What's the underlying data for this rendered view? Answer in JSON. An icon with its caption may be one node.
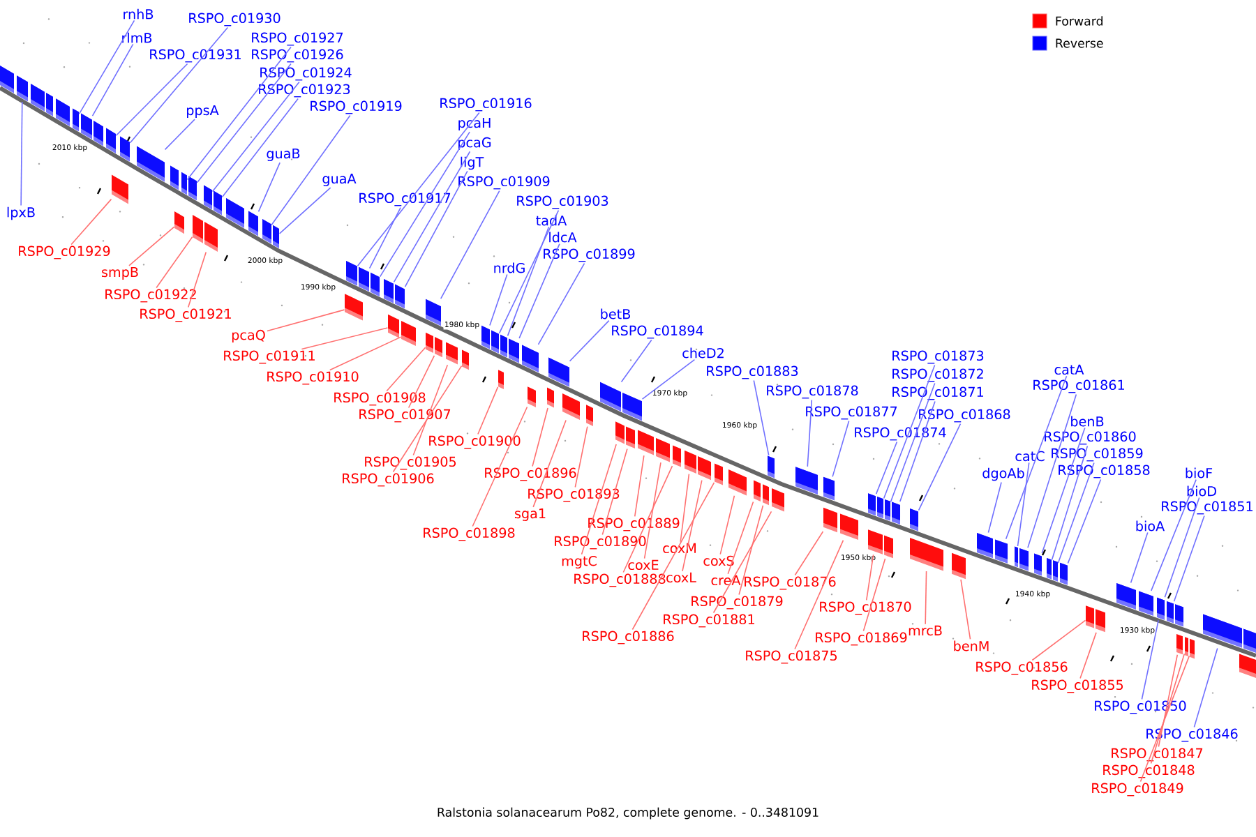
{
  "diagram": {
    "caption": "Ralstonia solanacearum Po82, complete genome. - 0..3481091",
    "nodes": [
      {
        "text": [
          "rnhB"
        ]
      },
      {
        "text": [
          "rlmB"
        ]
      },
      {
        "text": [
          "RSPO_c01930"
        ]
      },
      {
        "text": [
          "RSPO_c01931"
        ]
      },
      {
        "text": [
          "RSPO_c01927"
        ]
      },
      {
        "text": [
          "RSPO_c01926"
        ]
      },
      {
        "text": [
          "RSPO_c01924"
        ]
      },
      {
        "text": [
          "RSPO_c01923"
        ]
      },
      {
        "text": [
          "ppsA"
        ]
      },
      {
        "text": [
          "RSPO_c01919"
        ]
      },
      {
        "text": [
          "guaB"
        ]
      },
      {
        "text": [
          "guaA"
        ]
      },
      {
        "text": [
          "lpxB"
        ]
      },
      {
        "text": [
          "RSPO_c01916"
        ]
      },
      {
        "text": [
          "pcaH"
        ]
      },
      {
        "text": [
          "pcaG"
        ]
      },
      {
        "text": [
          "ligT"
        ]
      },
      {
        "text": [
          "RSPO_c01909"
        ]
      },
      {
        "text": [
          "RSPO_c01917"
        ]
      },
      {
        "text": [
          "RSPO_c01903"
        ]
      },
      {
        "text": [
          "tadA"
        ]
      },
      {
        "text": [
          "ldcA"
        ]
      },
      {
        "text": [
          "RSPO_c01899"
        ]
      },
      {
        "text": [
          "nrdG"
        ]
      },
      {
        "text": [
          "betB"
        ]
      },
      {
        "text": [
          "RSPO_c01894"
        ]
      },
      {
        "text": [
          "cheD2"
        ]
      },
      {
        "text": [
          "RSPO_c01883"
        ]
      },
      {
        "text": [
          "RSPO_c01878"
        ]
      },
      {
        "text": [
          "RSPO_c01877"
        ]
      },
      {
        "text": [
          "RSPO_c01873"
        ]
      },
      {
        "text": [
          "RSPO_c01872"
        ]
      },
      {
        "text": [
          "RSPO_c01871"
        ]
      },
      {
        "text": [
          "RSPO_c01874"
        ]
      },
      {
        "text": [
          "RSPO_c01868"
        ]
      },
      {
        "text": [
          "catA"
        ]
      },
      {
        "text": [
          "RSPO_c01861"
        ]
      },
      {
        "text": [
          "benB"
        ]
      },
      {
        "text": [
          "RSPO_c01860"
        ]
      },
      {
        "text": [
          "RSPO_c01859"
        ]
      },
      {
        "text": [
          "RSPO_c01858"
        ]
      },
      {
        "text": [
          "catC"
        ]
      },
      {
        "text": [
          "dgoAb"
        ]
      },
      {
        "text": [
          "bioF"
        ]
      },
      {
        "text": [
          "bioD"
        ]
      },
      {
        "text": [
          "RSPO_c01851"
        ]
      },
      {
        "text": [
          "bioA"
        ]
      },
      {
        "text": [
          "RSPO_c01929"
        ]
      },
      {
        "text": [
          "smpB"
        ]
      },
      {
        "text": [
          "RSPO_c01922"
        ]
      },
      {
        "text": [
          "RSPO_c01921"
        ]
      },
      {
        "text": [
          "pcaQ"
        ]
      },
      {
        "text": [
          "RSPO_c01911"
        ]
      },
      {
        "text": [
          "RSPO_c01910"
        ]
      },
      {
        "text": [
          "RSPO_c01908"
        ]
      },
      {
        "text": [
          "RSPO_c01907"
        ]
      },
      {
        "text": [
          "RSPO_c01900"
        ]
      },
      {
        "text": [
          "RSPO_c01905"
        ]
      },
      {
        "text": [
          "RSPO_c01906"
        ]
      },
      {
        "text": [
          "RSPO_c01896"
        ]
      },
      {
        "text": [
          "RSPO_c01893"
        ]
      },
      {
        "text": [
          "sga1"
        ]
      },
      {
        "text": [
          "RSPO_c01889"
        ]
      },
      {
        "text": [
          "RSPO_c01898"
        ]
      },
      {
        "text": [
          "RSPO_c01890"
        ]
      },
      {
        "text": [
          "coxM"
        ]
      },
      {
        "text": [
          "mgtC"
        ]
      },
      {
        "text": [
          "coxS"
        ]
      },
      {
        "text": [
          "coxE"
        ]
      },
      {
        "text": [
          "coxL"
        ]
      },
      {
        "text": [
          "creA"
        ]
      },
      {
        "text": [
          "RSPO_c01888"
        ]
      },
      {
        "text": [
          "RSPO_c01876"
        ]
      },
      {
        "text": [
          "RSPO_c01879"
        ]
      },
      {
        "text": [
          "RSPO_c01870"
        ]
      },
      {
        "text": [
          "RSPO_c01881"
        ]
      },
      {
        "text": [
          "mrcB"
        ]
      },
      {
        "text": [
          "RSPO_c01886"
        ]
      },
      {
        "text": [
          "RSPO_c01869"
        ]
      },
      {
        "text": [
          "benM"
        ]
      },
      {
        "text": [
          "RSPO_c01875"
        ]
      },
      {
        "text": [
          "RSPO_c01856"
        ]
      },
      {
        "text": [
          "RSPO_c01855"
        ]
      },
      {
        "text": [
          "RSPO_c01850"
        ]
      },
      {
        "text": [
          "RSPO_c01846"
        ]
      },
      {
        "text": [
          "RSPO_c01847"
        ]
      },
      {
        "text": [
          "RSPO_c01848"
        ]
      },
      {
        "text": [
          "RSPO_c01849"
        ]
      },
      {
        "text": [],
        "shape": "box"
      },
      {
        "text": [],
        "shape": "box"
      },
      {
        "text": [],
        "shape": "box"
      },
      {
        "text": [],
        "shape": "box"
      },
      {
        "text": [],
        "shape": "box"
      },
      {
        "text": [],
        "shape": "box"
      },
      {
        "text": [],
        "shape": "box"
      },
      {
        "text": [],
        "shape": "box"
      },
      {
        "text": [],
        "shape": "box"
      },
      {
        "text": [],
        "shape": "box"
      },
      {
        "text": [],
        "shape": "box"
      },
      {
        "text": [],
        "shape": "box"
      },
      {
        "text": [],
        "shape": "box"
      },
      {
        "text": [],
        "shape": "box"
      },
      {
        "text": [],
        "shape": "box"
      },
      {
        "text": [],
        "shape": "box"
      },
      {
        "text": [],
        "shape": "box"
      },
      {
        "text": [],
        "shape": "box"
      },
      {
        "text": [],
        "shape": "box"
      },
      {
        "text": [],
        "shape": "box"
      },
      {
        "text": [],
        "shape": "box"
      },
      {
        "text": [],
        "shape": "box"
      },
      {
        "text": [],
        "shape": "box"
      },
      {
        "text": [],
        "shape": "box"
      },
      {
        "text": [],
        "shape": "box"
      },
      {
        "text": [],
        "shape": "box"
      },
      {
        "text": [],
        "shape": "box"
      },
      {
        "text": [],
        "shape": "box"
      },
      {
        "text": [],
        "shape": "box"
      },
      {
        "text": [],
        "shape": "box"
      },
      {
        "text": [],
        "shape": "box"
      },
      {
        "text": [],
        "shape": "box"
      },
      {
        "text": [],
        "shape": "box"
      },
      {
        "text": [],
        "shape": "box"
      },
      {
        "text": [],
        "shape": "box"
      },
      {
        "text": [],
        "shape": "box"
      },
      {
        "text": [],
        "shape": "box"
      },
      {
        "text": [],
        "shape": "box"
      },
      {
        "text": [],
        "shape": "box"
      },
      {
        "text": [],
        "shape": "box"
      },
      {
        "text": [],
        "shape": "box"
      },
      {
        "text": [],
        "shape": "box"
      },
      {
        "text": [],
        "shape": "box"
      },
      {
        "text": [],
        "shape": "box"
      },
      {
        "text": [],
        "shape": "box"
      },
      {
        "text": [],
        "shape": "box"
      },
      {
        "text": [],
        "shape": "box"
      },
      {
        "text": [],
        "shape": "box"
      },
      {
        "text": [],
        "shape": "box"
      },
      {
        "text": [],
        "shape": "box"
      },
      {
        "text": [],
        "shape": "box"
      },
      {
        "text": [],
        "shape": "box"
      },
      {
        "text": [],
        "shape": "box"
      },
      {
        "text": [],
        "shape": "box"
      },
      {
        "text": [],
        "shape": "box"
      },
      {
        "text": [],
        "shape": "box"
      },
      {
        "text": [],
        "shape": "box"
      },
      {
        "text": [],
        "shape": "box"
      },
      {
        "text": [],
        "shape": "box"
      },
      {
        "text": [],
        "shape": "box"
      },
      {
        "text": [],
        "shape": "box"
      },
      {
        "text": [],
        "shape": "box"
      },
      {
        "text": [],
        "shape": "box"
      },
      {
        "text": [],
        "shape": "box"
      },
      {
        "text": [],
        "shape": "box"
      },
      {
        "text": [],
        "shape": "box"
      },
      {
        "text": [],
        "shape": "box"
      },
      {
        "text": [],
        "shape": "box"
      },
      {
        "text": [],
        "shape": "box"
      },
      {
        "text": [],
        "shape": "box"
      },
      {
        "text": [],
        "shape": "box"
      },
      {
        "text": [],
        "shape": "box"
      },
      {
        "text": [],
        "shape": "box"
      },
      {
        "text": [],
        "shape": "box"
      },
      {
        "text": [],
        "shape": "box"
      },
      {
        "text": [],
        "shape": "box"
      },
      {
        "text": [],
        "shape": "box"
      },
      {
        "text": [],
        "shape": "box"
      },
      {
        "text": [],
        "shape": "box"
      },
      {
        "text": [],
        "shape": "box"
      },
      {
        "text": [],
        "shape": "box"
      },
      {
        "text": [],
        "shape": "box"
      },
      {
        "text": [],
        "shape": "box"
      },
      {
        "text": [],
        "shape": "box"
      },
      {
        "text": [],
        "shape": "box"
      },
      {
        "text": [],
        "shape": "box"
      },
      {
        "text": [],
        "shape": "box"
      },
      {
        "text": [],
        "shape": "box"
      },
      {
        "text": [],
        "shape": "box"
      },
      {
        "text": [],
        "shape": "box"
      },
      {
        "text": [],
        "shape": "box"
      },
      {
        "text": [],
        "shape": "box"
      },
      {
        "text": [],
        "shape": "box"
      },
      {
        "text": [],
        "shape": "box"
      },
      {
        "text": [],
        "shape": "box"
      },
      {
        "text": [],
        "shape": "box"
      },
      {
        "text": [],
        "shape": "box"
      },
      {
        "text": [],
        "shape": "box"
      }
    ],
    "edges": [
      {
        "from": 0,
        "to": 88,
        "arrow": "none",
        "color": "#7070ff"
      },
      {
        "from": 1,
        "to": 89,
        "arrow": "none",
        "color": "#7070ff"
      },
      {
        "from": 2,
        "to": 90,
        "arrow": "none",
        "color": "#7070ff"
      },
      {
        "from": 3,
        "to": 91,
        "arrow": "none",
        "color": "#7070ff"
      },
      {
        "from": 4,
        "to": 92,
        "arrow": "none",
        "color": "#7070ff"
      },
      {
        "from": 5,
        "to": 93,
        "arrow": "none",
        "color": "#7070ff"
      },
      {
        "from": 6,
        "to": 94,
        "arrow": "none",
        "color": "#7070ff"
      },
      {
        "from": 7,
        "to": 95,
        "arrow": "none",
        "color": "#7070ff"
      },
      {
        "from": 8,
        "to": 96,
        "arrow": "none",
        "color": "#7070ff"
      },
      {
        "from": 9,
        "to": 97,
        "arrow": "none",
        "color": "#7070ff"
      },
      {
        "from": 10,
        "to": 98,
        "arrow": "none",
        "color": "#7070ff"
      },
      {
        "from": 11,
        "to": 99,
        "arrow": "none",
        "color": "#7070ff"
      },
      {
        "from": 12,
        "to": 100,
        "arrow": "none",
        "color": "#7070ff"
      },
      {
        "from": 13,
        "to": 101,
        "arrow": "none",
        "color": "#7070ff"
      },
      {
        "from": 14,
        "to": 102,
        "arrow": "none",
        "color": "#7070ff"
      },
      {
        "from": 15,
        "to": 103,
        "arrow": "none",
        "color": "#7070ff"
      },
      {
        "from": 16,
        "to": 104,
        "arrow": "none",
        "color": "#7070ff"
      },
      {
        "from": 17,
        "to": 105,
        "arrow": "none",
        "color": "#7070ff"
      },
      {
        "from": 18,
        "to": 106,
        "arrow": "none",
        "color": "#7070ff"
      },
      {
        "from": 19,
        "to": 107,
        "arrow": "none",
        "color": "#7070ff"
      },
      {
        "from": 20,
        "to": 108,
        "arrow": "none",
        "color": "#7070ff"
      },
      {
        "from": 21,
        "to": 109,
        "arrow": "none",
        "color": "#7070ff"
      },
      {
        "from": 22,
        "to": 110,
        "arrow": "none",
        "color": "#7070ff"
      },
      {
        "from": 23,
        "to": 111,
        "arrow": "none",
        "color": "#7070ff"
      },
      {
        "from": 24,
        "to": 112,
        "arrow": "none",
        "color": "#7070ff"
      },
      {
        "from": 25,
        "to": 113,
        "arrow": "none",
        "color": "#7070ff"
      },
      {
        "from": 26,
        "to": 114,
        "arrow": "none",
        "color": "#7070ff"
      },
      {
        "from": 27,
        "to": 115,
        "arrow": "none",
        "color": "#7070ff"
      },
      {
        "from": 28,
        "to": 116,
        "arrow": "none",
        "color": "#7070ff"
      },
      {
        "from": 29,
        "to": 117,
        "arrow": "none",
        "color": "#7070ff"
      },
      {
        "from": 30,
        "to": 118,
        "arrow": "none",
        "color": "#7070ff"
      },
      {
        "from": 31,
        "to": 119,
        "arrow": "none",
        "color": "#7070ff"
      },
      {
        "from": 32,
        "to": 120,
        "arrow": "none",
        "color": "#7070ff"
      },
      {
        "from": 33,
        "to": 121,
        "arrow": "none",
        "color": "#7070ff"
      },
      {
        "from": 34,
        "to": 122,
        "arrow": "none",
        "color": "#7070ff"
      },
      {
        "from": 35,
        "to": 123,
        "arrow": "none",
        "color": "#7070ff"
      },
      {
        "from": 36,
        "to": 124,
        "arrow": "none",
        "color": "#7070ff"
      },
      {
        "from": 37,
        "to": 125,
        "arrow": "none",
        "color": "#7070ff"
      },
      {
        "from": 38,
        "to": 126,
        "arrow": "none",
        "color": "#7070ff"
      },
      {
        "from": 39,
        "to": 127,
        "arrow": "none",
        "color": "#7070ff"
      },
      {
        "from": 40,
        "to": 128,
        "arrow": "none",
        "color": "#7070ff"
      },
      {
        "from": 41,
        "to": 129,
        "arrow": "none",
        "color": "#7070ff"
      },
      {
        "from": 42,
        "to": 130,
        "arrow": "none",
        "color": "#7070ff"
      },
      {
        "from": 43,
        "to": 131,
        "arrow": "none",
        "color": "#7070ff"
      },
      {
        "from": 44,
        "to": 132,
        "arrow": "none",
        "color": "#7070ff"
      },
      {
        "from": 45,
        "to": 133,
        "arrow": "none",
        "color": "#7070ff"
      },
      {
        "from": 46,
        "to": 134,
        "arrow": "none",
        "color": "#7070ff"
      },
      {
        "from": 47,
        "to": 135,
        "arrow": "none",
        "color": "#ff7070"
      },
      {
        "from": 48,
        "to": 136,
        "arrow": "none",
        "color": "#ff7070"
      },
      {
        "from": 49,
        "to": 137,
        "arrow": "none",
        "color": "#ff7070"
      },
      {
        "from": 50,
        "to": 138,
        "arrow": "none",
        "color": "#ff7070"
      },
      {
        "from": 51,
        "to": 139,
        "arrow": "none",
        "color": "#ff7070"
      },
      {
        "from": 52,
        "to": 140,
        "arrow": "none",
        "color": "#ff7070"
      },
      {
        "from": 53,
        "to": 141,
        "arrow": "none",
        "color": "#ff7070"
      },
      {
        "from": 54,
        "to": 142,
        "arrow": "none",
        "color": "#ff7070"
      },
      {
        "from": 55,
        "to": 143,
        "arrow": "none",
        "color": "#ff7070"
      },
      {
        "from": 56,
        "to": 144,
        "arrow": "none",
        "color": "#ff7070"
      },
      {
        "from": 57,
        "to": 145,
        "arrow": "none",
        "color": "#ff7070"
      },
      {
        "from": 58,
        "to": 146,
        "arrow": "none",
        "color": "#ff7070"
      },
      {
        "from": 59,
        "to": 147,
        "arrow": "none",
        "color": "#ff7070"
      },
      {
        "from": 60,
        "to": 148,
        "arrow": "none",
        "color": "#ff7070"
      },
      {
        "from": 61,
        "to": 149,
        "arrow": "none",
        "color": "#ff7070"
      },
      {
        "from": 62,
        "to": 150,
        "arrow": "none",
        "color": "#ff7070"
      },
      {
        "from": 63,
        "to": 151,
        "arrow": "none",
        "color": "#ff7070"
      },
      {
        "from": 64,
        "to": 152,
        "arrow": "none",
        "color": "#ff7070"
      },
      {
        "from": 65,
        "to": 153,
        "arrow": "none",
        "color": "#ff7070"
      },
      {
        "from": 66,
        "to": 154,
        "arrow": "none",
        "color": "#ff7070"
      },
      {
        "from": 67,
        "to": 155,
        "arrow": "none",
        "color": "#ff7070"
      },
      {
        "from": 68,
        "to": 156,
        "arrow": "none",
        "color": "#ff7070"
      },
      {
        "from": 69,
        "to": 157,
        "arrow": "none",
        "color": "#ff7070"
      },
      {
        "from": 70,
        "to": 158,
        "arrow": "none",
        "color": "#ff7070"
      },
      {
        "from": 71,
        "to": 159,
        "arrow": "none",
        "color": "#ff7070"
      },
      {
        "from": 72,
        "to": 160,
        "arrow": "none",
        "color": "#ff7070"
      },
      {
        "from": 73,
        "to": 161,
        "arrow": "none",
        "color": "#ff7070"
      },
      {
        "from": 74,
        "to": 162,
        "arrow": "none",
        "color": "#ff7070"
      },
      {
        "from": 75,
        "to": 163,
        "arrow": "none",
        "color": "#ff7070"
      },
      {
        "from": 76,
        "to": 164,
        "arrow": "none",
        "color": "#ff7070"
      },
      {
        "from": 77,
        "to": 165,
        "arrow": "none",
        "color": "#ff7070"
      },
      {
        "from": 78,
        "to": 166,
        "arrow": "none",
        "color": "#ff7070"
      },
      {
        "from": 79,
        "to": 167,
        "arrow": "none",
        "color": "#ff7070"
      },
      {
        "from": 80,
        "to": 168,
        "arrow": "none",
        "color": "#ff7070"
      },
      {
        "from": 81,
        "to": 169,
        "arrow": "none",
        "color": "#ff7070"
      },
      {
        "from": 82,
        "to": 170,
        "arrow": "none",
        "color": "#ff7070"
      },
      {
        "from": 83,
        "to": 171,
        "arrow": "none",
        "color": "#7070ff"
      },
      {
        "from": 84,
        "to": 172,
        "arrow": "none",
        "color": "#7070ff"
      },
      {
        "from": 85,
        "to": 173,
        "arrow": "none",
        "color": "#ff7070"
      },
      {
        "from": 86,
        "to": 174,
        "arrow": "none",
        "color": "#ff7070"
      },
      {
        "from": 87,
        "to": 175,
        "arrow": "none",
        "color": "#ff7070"
      }
    ],
    "labels": [
      "2010 kbp",
      "2000 kbp",
      "1990 kbp",
      "1980 kbp",
      "1970 kbp",
      "1960 kbp",
      "1950 kbp",
      "1940 kbp",
      "1930 kbp"
    ],
    "legend": [
      {
        "text": "Forward",
        "color": "#ff0000"
      },
      {
        "text": "Reverse",
        "color": "#0000ff"
      }
    ]
  }
}
